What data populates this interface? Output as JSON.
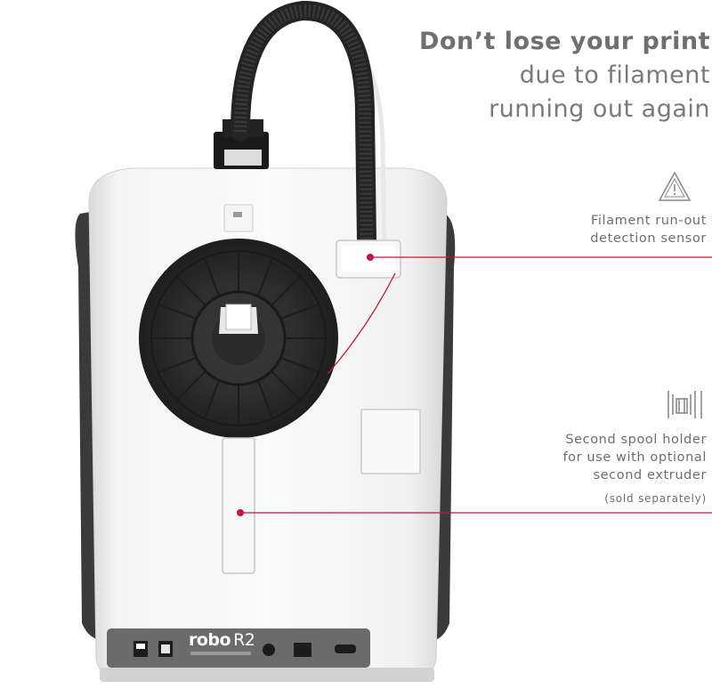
{
  "headline": {
    "line1": "Don’t lose your print",
    "line2": "due to filament",
    "line3": "running out again"
  },
  "callouts": {
    "sensor": {
      "icon": "warning-triangle-icon",
      "line1": "Filament run-out",
      "line2": "detection sensor"
    },
    "spool_holder": {
      "icon": "filament-spool-icon",
      "line1": "Second spool holder",
      "line2": "for use with optional",
      "line3": "second extruder",
      "note": "(sold separately)"
    }
  },
  "product": {
    "brand": "robo",
    "model": "R2"
  },
  "colors": {
    "accent_line": "#c4143c",
    "body": "#eeeeee",
    "spool": "#2a2a2a",
    "panel": "#6b6b6b"
  }
}
